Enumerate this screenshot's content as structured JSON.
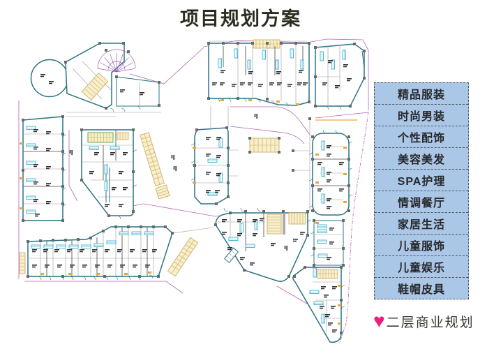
{
  "header": {
    "title": "项目规划方案"
  },
  "sidebar": {
    "items": [
      "精品服装",
      "时尚男装",
      "个性配饰",
      "美容美发",
      "SPA护理",
      "情调餐厅",
      "家居生活",
      "儿童服饰",
      "儿童娱乐",
      "鞋帽皮具"
    ]
  },
  "footer": {
    "heart": "♥",
    "caption": "二层商业规划"
  },
  "colors": {
    "sidebar_bg": "#aac7e7",
    "heart_pink": "#e8217f",
    "title_ink": "#2c2c20",
    "plan_wall_teal": "#2a7385",
    "stair_yellow": "#f8efcc",
    "boundary_purple": "#b565b5",
    "fixture_cyan": "#3fb3cc"
  }
}
